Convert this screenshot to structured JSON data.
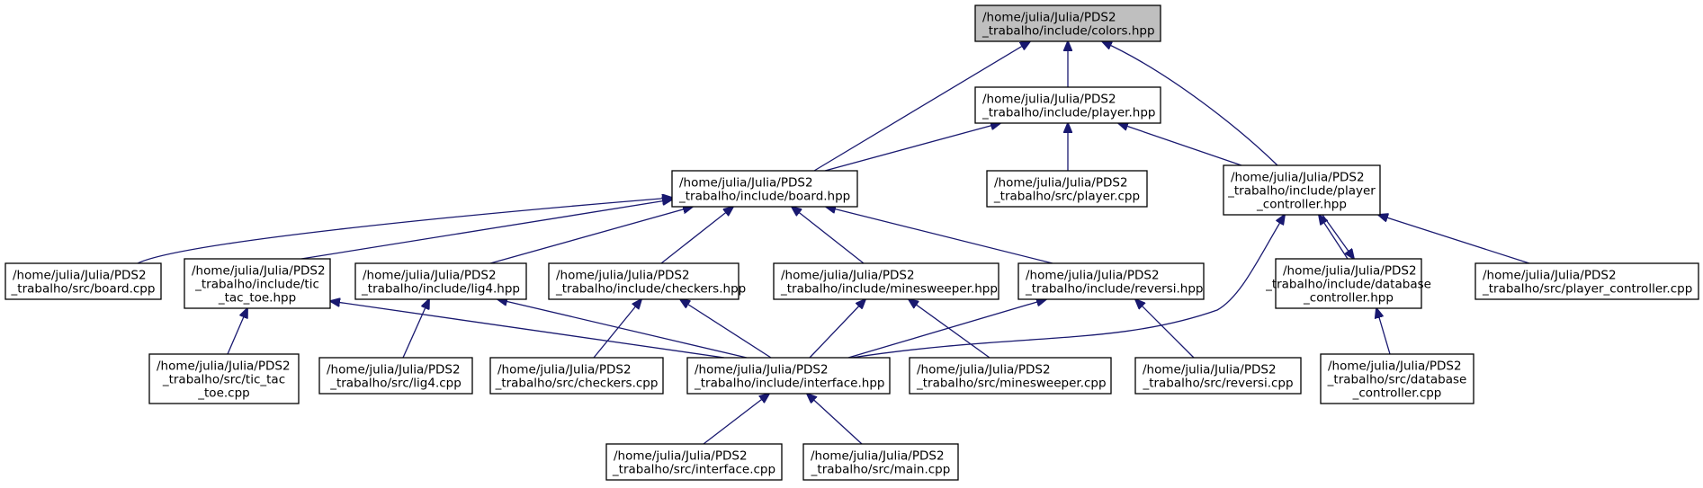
{
  "graph": {
    "edge_color": "#191970",
    "root_fill": "#bfbfbf",
    "nodes": [
      {
        "id": "colors_hpp",
        "lines": [
          "/home/julia/Julia/PDS2",
          "_trabalho/include/colors.hpp"
        ]
      },
      {
        "id": "player_hpp",
        "lines": [
          "/home/julia/Julia/PDS2",
          "_trabalho/include/player.hpp"
        ]
      },
      {
        "id": "board_hpp",
        "lines": [
          "/home/julia/Julia/PDS2",
          "_trabalho/include/board.hpp"
        ]
      },
      {
        "id": "player_cpp",
        "lines": [
          "/home/julia/Julia/PDS2",
          "_trabalho/src/player.cpp"
        ]
      },
      {
        "id": "player_controller_hpp",
        "lines": [
          "/home/julia/Julia/PDS2",
          "_trabalho/include/player",
          "_controller.hpp"
        ]
      },
      {
        "id": "board_cpp",
        "lines": [
          "/home/julia/Julia/PDS2",
          "_trabalho/src/board.cpp"
        ]
      },
      {
        "id": "tic_tac_toe_hpp",
        "lines": [
          "/home/julia/Julia/PDS2",
          "_trabalho/include/tic",
          "_tac_toe.hpp"
        ]
      },
      {
        "id": "lig4_hpp",
        "lines": [
          "/home/julia/Julia/PDS2",
          "_trabalho/include/lig4.hpp"
        ]
      },
      {
        "id": "checkers_hpp",
        "lines": [
          "/home/julia/Julia/PDS2",
          "_trabalho/include/checkers.hpp"
        ]
      },
      {
        "id": "minesweeper_hpp",
        "lines": [
          "/home/julia/Julia/PDS2",
          "_trabalho/include/minesweeper.hpp"
        ]
      },
      {
        "id": "reversi_hpp",
        "lines": [
          "/home/julia/Julia/PDS2",
          "_trabalho/include/reversi.hpp"
        ]
      },
      {
        "id": "database_controller_hpp",
        "lines": [
          "/home/julia/Julia/PDS2",
          "_trabalho/include/database",
          "_controller.hpp"
        ]
      },
      {
        "id": "player_controller_cpp",
        "lines": [
          "/home/julia/Julia/PDS2",
          "_trabalho/src/player_controller.cpp"
        ]
      },
      {
        "id": "tic_tac_toe_cpp",
        "lines": [
          "/home/julia/Julia/PDS2",
          "_trabalho/src/tic_tac",
          "_toe.cpp"
        ]
      },
      {
        "id": "lig4_cpp",
        "lines": [
          "/home/julia/Julia/PDS2",
          "_trabalho/src/lig4.cpp"
        ]
      },
      {
        "id": "checkers_cpp",
        "lines": [
          "/home/julia/Julia/PDS2",
          "_trabalho/src/checkers.cpp"
        ]
      },
      {
        "id": "interface_hpp",
        "lines": [
          "/home/julia/Julia/PDS2",
          "_trabalho/include/interface.hpp"
        ]
      },
      {
        "id": "minesweeper_cpp",
        "lines": [
          "/home/julia/Julia/PDS2",
          "_trabalho/src/minesweeper.cpp"
        ]
      },
      {
        "id": "reversi_cpp",
        "lines": [
          "/home/julia/Julia/PDS2",
          "_trabalho/src/reversi.cpp"
        ]
      },
      {
        "id": "database_controller_cpp",
        "lines": [
          "/home/julia/Julia/PDS2",
          "_trabalho/src/database",
          "_controller.cpp"
        ]
      },
      {
        "id": "interface_cpp",
        "lines": [
          "/home/julia/Julia/PDS2",
          "_trabalho/src/interface.cpp"
        ]
      },
      {
        "id": "main_cpp",
        "lines": [
          "/home/julia/Julia/PDS2",
          "_trabalho/src/main.cpp"
        ]
      }
    ],
    "edges": [
      {
        "from": "player_hpp",
        "to": "colors_hpp"
      },
      {
        "from": "board_hpp",
        "to": "colors_hpp"
      },
      {
        "from": "player_controller_hpp",
        "to": "colors_hpp"
      },
      {
        "from": "board_hpp",
        "to": "player_hpp"
      },
      {
        "from": "player_cpp",
        "to": "player_hpp"
      },
      {
        "from": "player_controller_hpp",
        "to": "player_hpp"
      },
      {
        "from": "board_cpp",
        "to": "board_hpp"
      },
      {
        "from": "tic_tac_toe_hpp",
        "to": "board_hpp"
      },
      {
        "from": "lig4_hpp",
        "to": "board_hpp"
      },
      {
        "from": "checkers_hpp",
        "to": "board_hpp"
      },
      {
        "from": "minesweeper_hpp",
        "to": "board_hpp"
      },
      {
        "from": "reversi_hpp",
        "to": "board_hpp"
      },
      {
        "from": "database_controller_hpp",
        "to": "player_controller_hpp"
      },
      {
        "from": "player_controller_hpp",
        "to": "database_controller_hpp"
      },
      {
        "from": "player_controller_cpp",
        "to": "player_controller_hpp"
      },
      {
        "from": "interface_hpp",
        "to": "player_controller_hpp"
      },
      {
        "from": "tic_tac_toe_cpp",
        "to": "tic_tac_toe_hpp"
      },
      {
        "from": "interface_hpp",
        "to": "tic_tac_toe_hpp"
      },
      {
        "from": "lig4_cpp",
        "to": "lig4_hpp"
      },
      {
        "from": "interface_hpp",
        "to": "lig4_hpp"
      },
      {
        "from": "checkers_cpp",
        "to": "checkers_hpp"
      },
      {
        "from": "interface_hpp",
        "to": "checkers_hpp"
      },
      {
        "from": "interface_hpp",
        "to": "minesweeper_hpp"
      },
      {
        "from": "minesweeper_cpp",
        "to": "minesweeper_hpp"
      },
      {
        "from": "interface_hpp",
        "to": "reversi_hpp"
      },
      {
        "from": "reversi_cpp",
        "to": "reversi_hpp"
      },
      {
        "from": "database_controller_cpp",
        "to": "database_controller_hpp"
      },
      {
        "from": "interface_cpp",
        "to": "interface_hpp"
      },
      {
        "from": "main_cpp",
        "to": "interface_hpp"
      }
    ]
  }
}
